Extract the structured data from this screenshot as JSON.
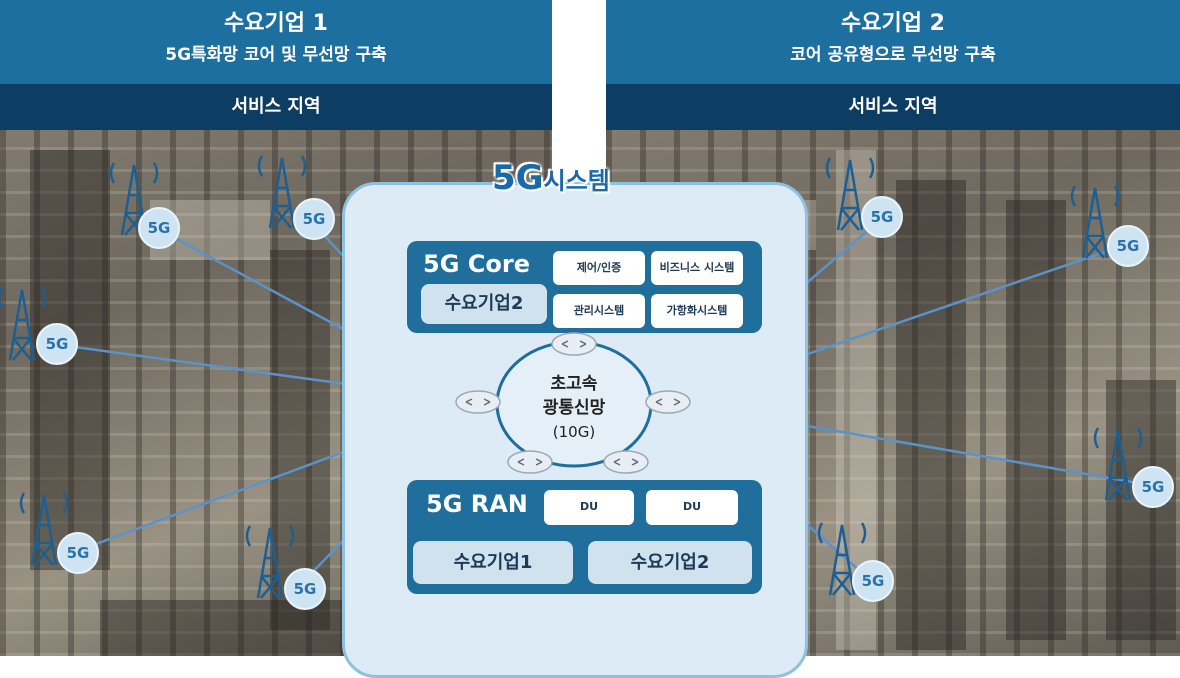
{
  "left": {
    "title": "수요기업 1",
    "subtitle": "5G특화망 코어 및 무선망 구축",
    "area": "서비스 지역"
  },
  "right": {
    "title": "수요기업 2",
    "subtitle": "코어 공유형으로 무선망 구축",
    "area": "서비스 지역"
  },
  "system": {
    "title_5g": "5G",
    "title_rest": "시스템"
  },
  "core": {
    "label": "5G Core",
    "tenant": "수요기업2",
    "modules": [
      "제어/인증",
      "비즈니스 시스템",
      "관리시스템",
      "가항화시스템"
    ]
  },
  "network": {
    "line1": "초고속",
    "line2": "광통신망",
    "line3": "(10G)"
  },
  "ran": {
    "label": "5G RAN",
    "du": [
      "DU",
      "DU"
    ],
    "tenants": [
      "수요기업1",
      "수요기업2"
    ]
  },
  "tower_badge": "5G",
  "colors": {
    "header_blue": "#1d6f9f",
    "header_navy": "#0e3d63",
    "panel_bg": "#dcebf5",
    "box_blue": "#1f6e9c",
    "link_line": "#5b93c9"
  }
}
